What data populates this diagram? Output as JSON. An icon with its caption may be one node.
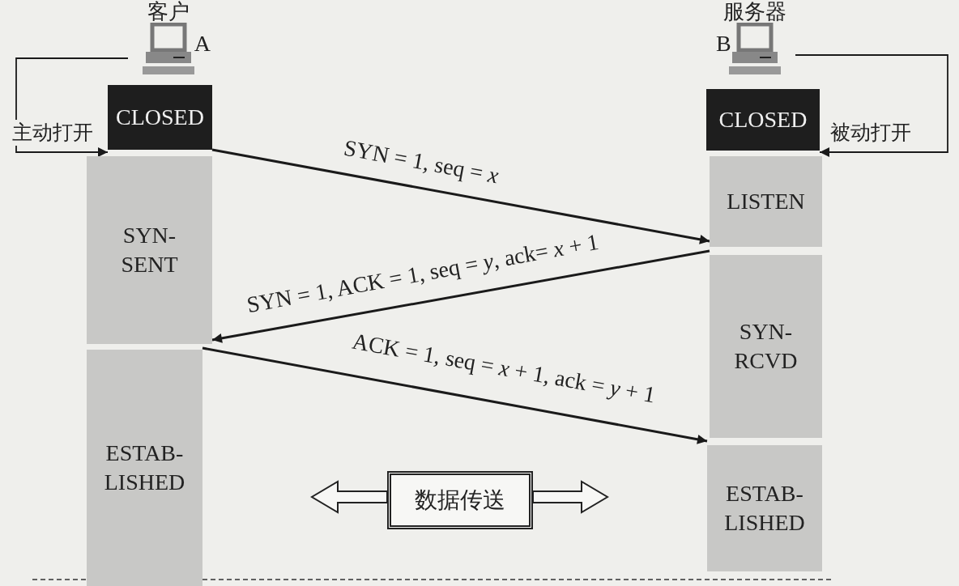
{
  "diagram": {
    "nodes": [
      {
        "text": [
          "客户"
        ],
        "beside": [
          "A"
        ]
      },
      {
        "text": [
          "服务器"
        ],
        "beside": [
          "B"
        ]
      },
      {
        "text": [
          "CLOSED"
        ]
      },
      {
        "text": [
          "SYN- SENT"
        ]
      },
      {
        "text": [
          "ESTAB- LISHED"
        ]
      },
      {
        "text": [
          "CLOSED"
        ]
      },
      {
        "text": [
          "LISTEN"
        ]
      },
      {
        "text": [
          "SYN- RCVD"
        ]
      },
      {
        "text": [
          "ESTAB- LISHED"
        ]
      },
      {
        "text": [
          "数据传送"
        ]
      }
    ],
    "edges": [
      {
        "from": 0,
        "to": 2,
        "arrow": "to",
        "label": "主动打开"
      },
      {
        "from": 1,
        "to": 5,
        "arrow": "to",
        "label": "被动打开"
      },
      {
        "from": 2,
        "to": 6,
        "arrow": "to",
        "label": "SYN = 1, seq = *x*"
      },
      {
        "from": 7,
        "to": 3,
        "arrow": "to",
        "label": "SYN = 1, ACK = 1, seq = *y*, ack= *x* + 1"
      },
      {
        "from": 4,
        "to": 8,
        "arrow": "to",
        "label": "ACK = 1, seq = *x* + 1, ack = *y* + 1"
      },
      {
        "from": 9,
        "to": null,
        "arrow": "to"
      },
      {
        "from": 9,
        "to": null,
        "arrow": "to"
      }
    ]
  }
}
